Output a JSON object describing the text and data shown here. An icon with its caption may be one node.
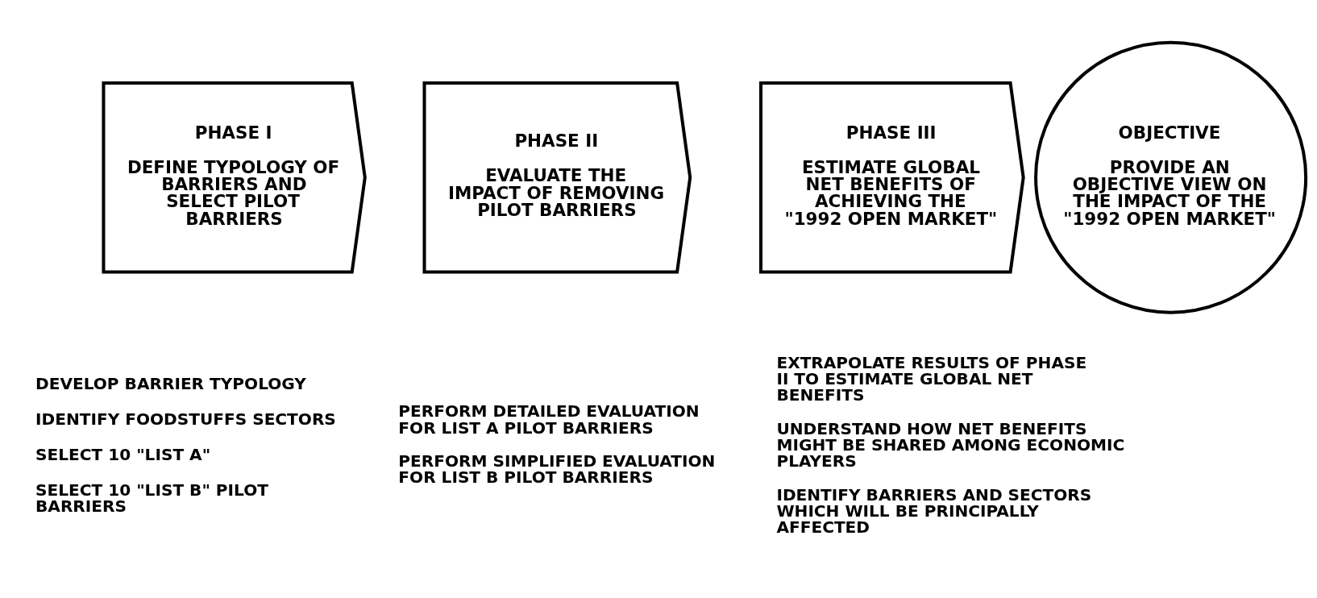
{
  "diagram": {
    "nodes": [
      {
        "text": [
          "PHASE I",
          "DEFINE TYPOLOGY OF BARRIERS AND SELECT PILOT BARRIERS"
        ],
        "beside": [
          "DEVELOP BARRIER TYPOLOGY",
          "IDENTIFY FOODSTUFFS SECTORS",
          "SELECT 10 \"LIST A\"",
          "SELECT 10 \"LIST B\" PILOT BARRIERS"
        ]
      },
      {
        "text": [
          "PHASE II",
          "EVALUATE THE IMPACT OF REMOVING PILOT BARRIERS"
        ],
        "beside": [
          "PERFORM DETAILED EVALUATION FOR LIST A PILOT BARRIERS",
          "PERFORM SIMPLIFIED EVALUATION FOR LIST B PILOT BARRIERS"
        ]
      },
      {
        "text": [
          "PHASE III",
          "ESTIMATE GLOBAL NET BENEFITS OF ACHIEVING THE \"1992 OPEN MARKET\""
        ],
        "beside": [
          "EXTRAPOLATE RESULTS OF PHASE II TO ESTIMATE GLOBAL NET BENEFITS",
          "UNDERSTAND HOW NET BENEFITS MIGHT BE SHARED AMONG ECONOMIC PLAYERS",
          "IDENTIFY BARRIERS AND SECTORS WHICH WILL BE PRINCIPALLY AFFECTED"
        ]
      },
      {
        "text": [
          "OBJECTIVE",
          "PROVIDE AN OBJECTIVE VIEW ON THE IMPACT OF THE \"1992 OPEN MARKET\""
        ]
      }
    ]
  }
}
